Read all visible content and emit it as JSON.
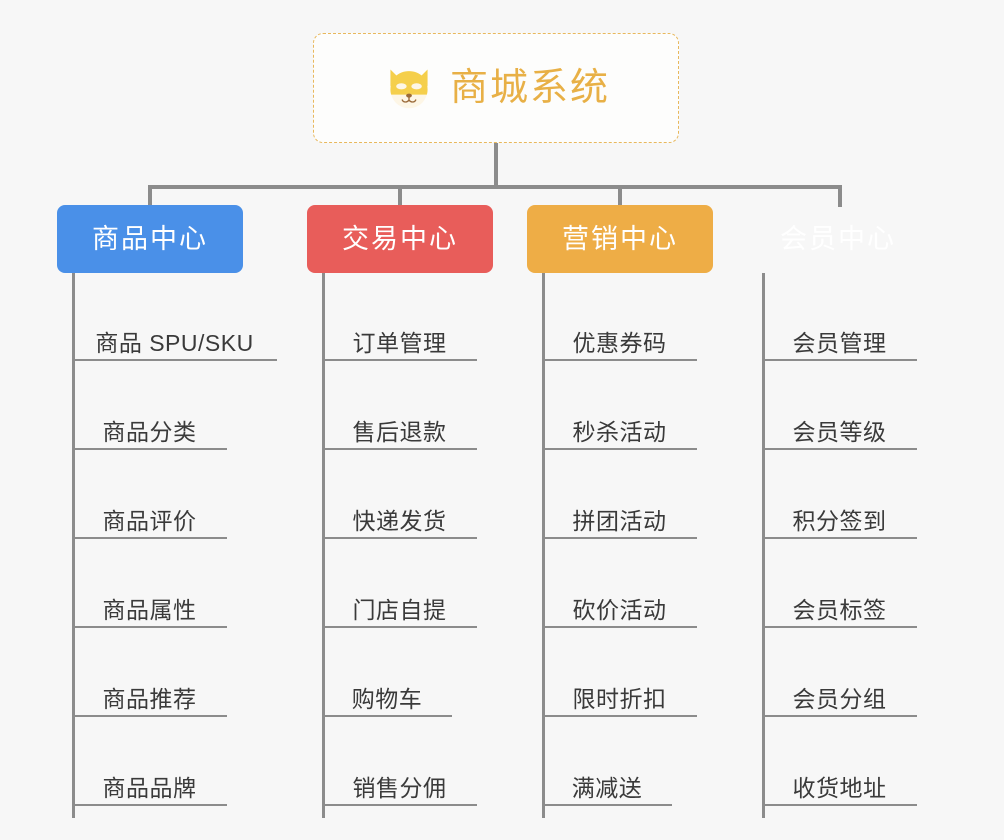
{
  "root": {
    "title": "商城系统",
    "icon": "shiba-dog-icon",
    "border_color": "#e8b85c",
    "text_color": "#e8b046",
    "background": "#fdfdfc"
  },
  "canvas": {
    "background": "#f7f7f7",
    "connector_color": "#8c8c8c"
  },
  "branches": [
    {
      "id": "product-center",
      "label": "商品中心",
      "color": "#4a90e8",
      "items": [
        "商品 SPU/SKU",
        "商品分类",
        "商品评价",
        "商品属性",
        "商品推荐",
        "商品品牌"
      ]
    },
    {
      "id": "trade-center",
      "label": "交易中心",
      "color": "#e85d5a",
      "items": [
        "订单管理",
        "售后退款",
        "快递发货",
        "门店自提",
        "购物车",
        "销售分佣"
      ]
    },
    {
      "id": "marketing-center",
      "label": "营销中心",
      "color": "#eead46",
      "items": [
        "优惠券码",
        "秒杀活动",
        "拼团活动",
        "砍价活动",
        "限时折扣",
        "满减送"
      ]
    },
    {
      "id": "member-center",
      "label": "会员中心",
      "color": "#76c council",
      "items": [
        "会员管理",
        "会员等级",
        "积分签到",
        "会员标签",
        "会员分组",
        "收货地址"
      ]
    }
  ]
}
